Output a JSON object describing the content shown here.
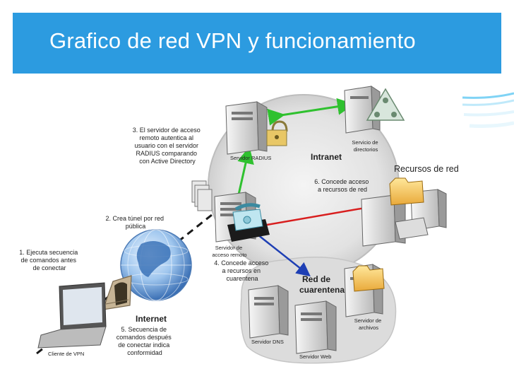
{
  "title": "Grafico de red VPN y funcionamiento",
  "labels": {
    "intranet": "Intranet",
    "recursos_red": "Recursos de red",
    "internet": "Internet",
    "red_cuarentena": [
      "Red de",
      "cuarentena"
    ],
    "servidor_radius": "Servidor RADIUS",
    "servicio_directorio": [
      "Servicio de",
      "directorios"
    ],
    "servidor_acceso": [
      "Servidor de",
      "acceso remoto"
    ],
    "servidor_archivos": [
      "Servidor de",
      "archivos"
    ],
    "servidor_dns": "Servidor DNS",
    "servidor_web": "Servidor Web",
    "cliente_vpn": "Cliente de VPN"
  },
  "steps": {
    "step1": [
      "1. Ejecuta secuencia",
      "de comandos antes",
      "de conectar"
    ],
    "step2": [
      "2. Crea túnel por red",
      "pública"
    ],
    "step3": [
      "3. El servidor de acceso",
      "remoto autentica al",
      "usuario con el servidor",
      "RADIUS comparando",
      "con Active Directory"
    ],
    "step4": [
      "4. Concede acceso",
      "a recursos en",
      "cuarentena"
    ],
    "step5": [
      "5. Secuencia de",
      "comandos después",
      "de conectar indica",
      "conformidad"
    ],
    "step6": [
      "6. Concede acceso",
      "a recursos de red"
    ]
  },
  "colors": {
    "header": "#2c9be0",
    "green_arrow": "#2fc12f",
    "red_arrow": "#d81e1e",
    "blue_arrow": "#1e3fb4"
  }
}
